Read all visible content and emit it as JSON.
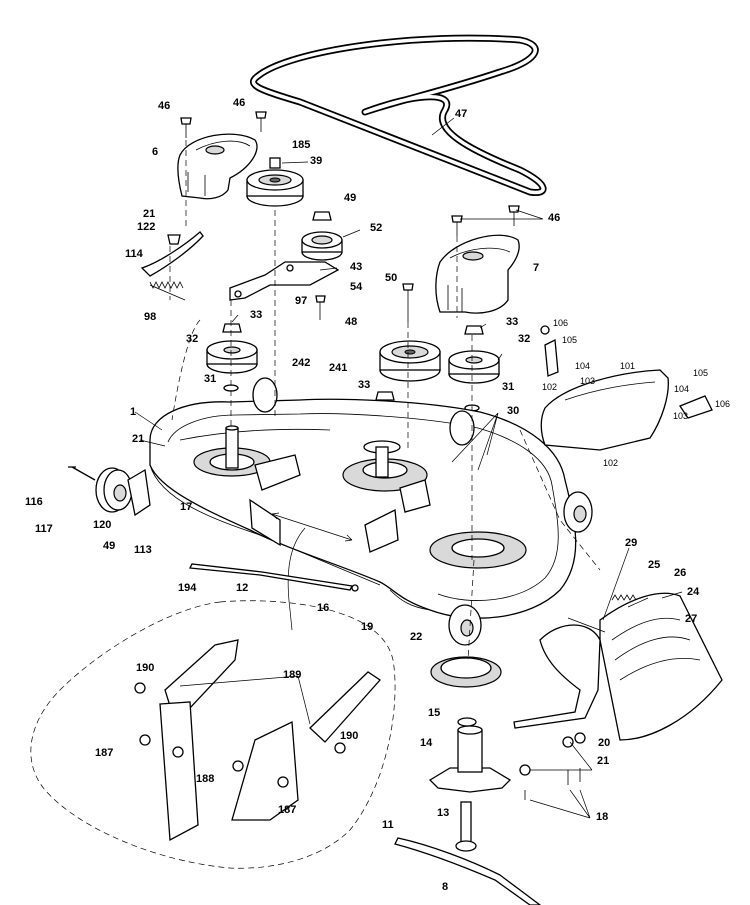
{
  "callouts": {
    "c46a": "46",
    "c46b": "46",
    "c46c": "46",
    "c47": "47",
    "c6": "6",
    "c185": "185",
    "c39": "39",
    "c49a": "49",
    "c21a": "21",
    "c122": "122",
    "c52": "52",
    "c43": "43",
    "c114": "114",
    "c7": "7",
    "c50": "50",
    "c54": "54",
    "c97": "97",
    "c98": "98",
    "c33a": "33",
    "c33b": "33",
    "c33c": "33",
    "c48": "48",
    "c32a": "32",
    "c32b": "32",
    "c106a": "106",
    "c105a": "105",
    "c104a": "104",
    "c101": "101",
    "c102a": "102",
    "c103a": "103",
    "c105b": "105",
    "c104b": "104",
    "c103b": "103",
    "c106b": "106",
    "c102b": "102",
    "c242": "242",
    "c241": "241",
    "c31a": "31",
    "c31b": "31",
    "c1": "1",
    "c30": "30",
    "c21b": "21",
    "c116": "116",
    "c117": "117",
    "c120": "120",
    "c17": "17",
    "c49b": "49",
    "c113": "113",
    "c194": "194",
    "c12": "12",
    "c29": "29",
    "c25": "25",
    "c26": "26",
    "c24": "24",
    "c16": "16",
    "c19": "19",
    "c27": "27",
    "c22": "22",
    "c190a": "190",
    "c189": "189",
    "c190b": "190",
    "c187a": "187",
    "c188": "188",
    "c187b": "187",
    "c15": "15",
    "c14": "14",
    "c20": "20",
    "c21c": "21",
    "c13": "13",
    "c18": "18",
    "c11": "11",
    "c8": "8"
  }
}
